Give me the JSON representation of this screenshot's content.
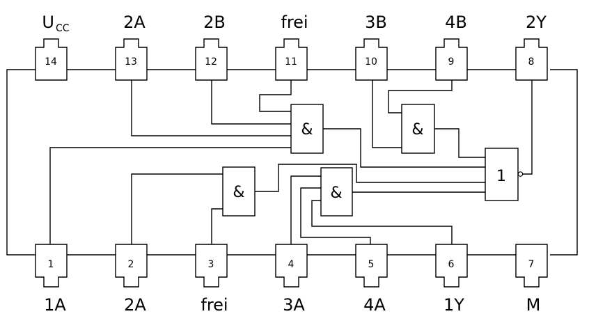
{
  "top_pins": [
    {
      "number": "14",
      "label": "U",
      "sub": "CC"
    },
    {
      "number": "13",
      "label": "2A"
    },
    {
      "number": "12",
      "label": "2B"
    },
    {
      "number": "11",
      "label": "frei"
    },
    {
      "number": "10",
      "label": "3B"
    },
    {
      "number": "9",
      "label": "4B"
    },
    {
      "number": "8",
      "label": "2Y"
    }
  ],
  "bottom_pins": [
    {
      "number": "1",
      "label": "1A"
    },
    {
      "number": "2",
      "label": "2A"
    },
    {
      "number": "3",
      "label": "frei"
    },
    {
      "number": "4",
      "label": "3A"
    },
    {
      "number": "5",
      "label": "4A"
    },
    {
      "number": "6",
      "label": "1Y"
    },
    {
      "number": "7",
      "label": "M"
    }
  ],
  "gates": {
    "and_symbol": "&",
    "or_symbol": "1"
  }
}
